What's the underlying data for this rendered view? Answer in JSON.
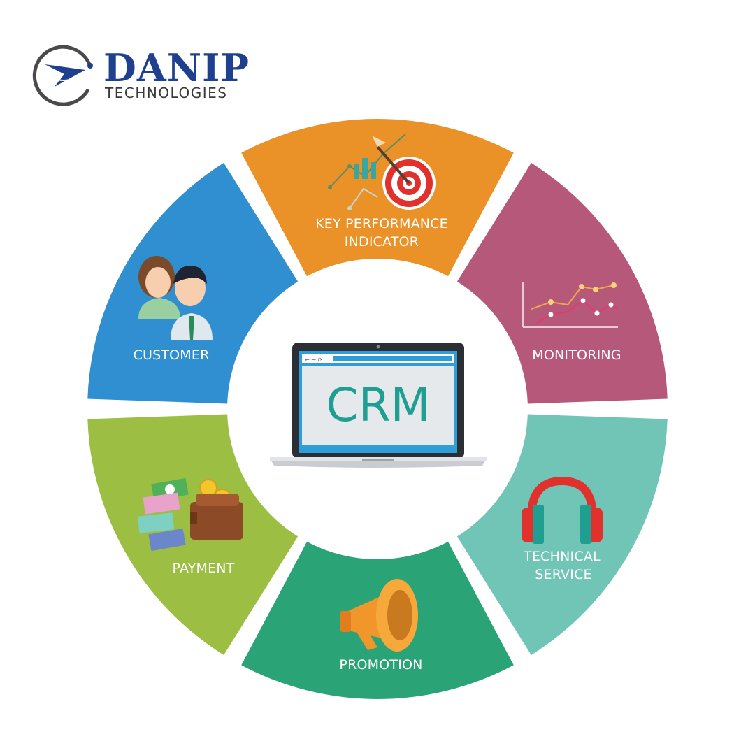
{
  "brand": {
    "name": "DANIP",
    "subtitle": "TECHNOLOGIES",
    "logo_icon": "airplane-swoosh-icon",
    "name_color": "#1f3f8f"
  },
  "center": {
    "label": "CRM",
    "icon": "laptop-icon",
    "text_color": "#1f9e92"
  },
  "segments": [
    {
      "id": "kpi",
      "label_lines": [
        "KEY PERFORMANCE",
        "INDICATOR"
      ],
      "color": "#ea9127",
      "icon": "target-chart-icon"
    },
    {
      "id": "monitoring",
      "label_lines": [
        "MONITORING"
      ],
      "color": "#b5587a",
      "icon": "line-chart-icon"
    },
    {
      "id": "technical-service",
      "label_lines": [
        "TECHNICAL",
        "SERVICE"
      ],
      "color": "#70c5b6",
      "icon": "headphones-icon"
    },
    {
      "id": "promotion",
      "label_lines": [
        "PROMOTION"
      ],
      "color": "#2aa476",
      "icon": "megaphone-icon"
    },
    {
      "id": "payment",
      "label_lines": [
        "PAYMENT"
      ],
      "color": "#9cbf43",
      "icon": "wallet-money-icon"
    },
    {
      "id": "customer",
      "label_lines": [
        "CUSTOMER"
      ],
      "color": "#2f8fd0",
      "icon": "people-icon"
    }
  ]
}
